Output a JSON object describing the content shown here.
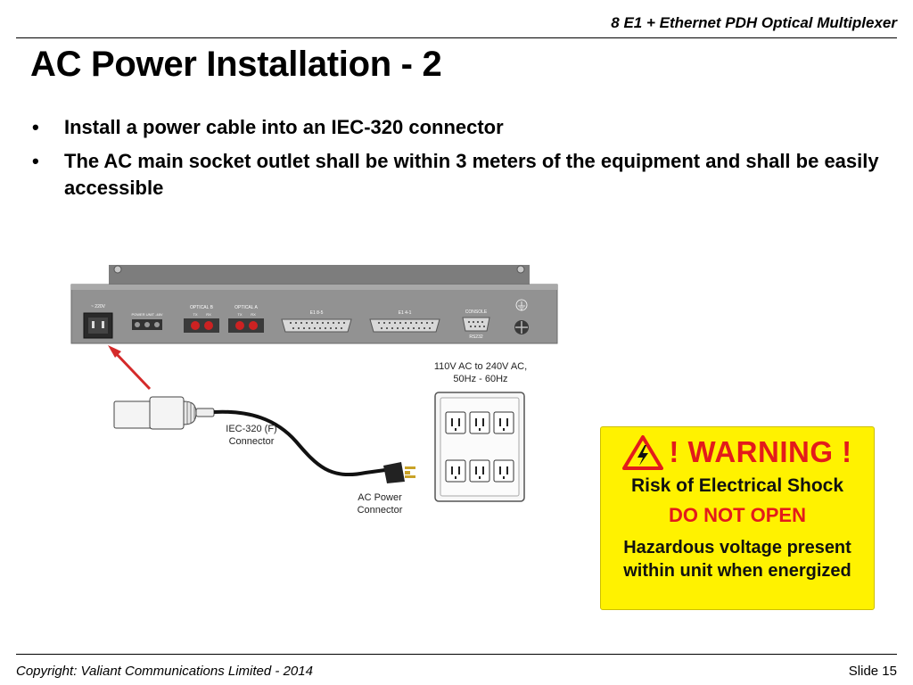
{
  "header": {
    "title": "8 E1 + Ethernet PDH Optical Multiplexer"
  },
  "slide": {
    "title": "AC Power Installation - 2",
    "bullet_symbol": "•",
    "bullets": [
      "Install a power cable into an IEC-320 connector",
      "The AC main socket outlet shall be within 3 meters of the equipment and shall be easily accessible"
    ]
  },
  "diagram": {
    "panel": {
      "power_label": "~ 220V",
      "power_unit_label": "POWER UNIT -48V",
      "optical_b": "OPTICAL B",
      "optical_a": "OPTICAL A",
      "tx": "TX",
      "rx": "RX",
      "e1_8_5": "E1 8-5",
      "e1_4_1": "E1 4-1",
      "console": "CONSOLE",
      "rs232": "RS232"
    },
    "outlet_spec_line1": "110V AC to 240V AC,",
    "outlet_spec_line2": "50Hz - 60Hz",
    "iec_label_line1": "IEC-320 (F)",
    "iec_label_line2": "Connector",
    "ac_label_line1": "AC Power",
    "ac_label_line2": "Connector",
    "colors": {
      "panel": "#8f8f8f",
      "arrow": "#d42a2a",
      "led": "#cc2222"
    }
  },
  "warning_sign": {
    "title": "! WARNING !",
    "line1": "Risk of Electrical Shock",
    "line2": "DO NOT OPEN",
    "line3a": "Hazardous voltage present",
    "line3b": "within unit when energized",
    "icon": "high-voltage-triangle-icon",
    "colors": {
      "background": "#fff200",
      "accent": "#e31b1b"
    }
  },
  "footer": {
    "copyright": "Copyright: Valiant Communications Limited - 2014",
    "slide_number": "Slide 15"
  }
}
